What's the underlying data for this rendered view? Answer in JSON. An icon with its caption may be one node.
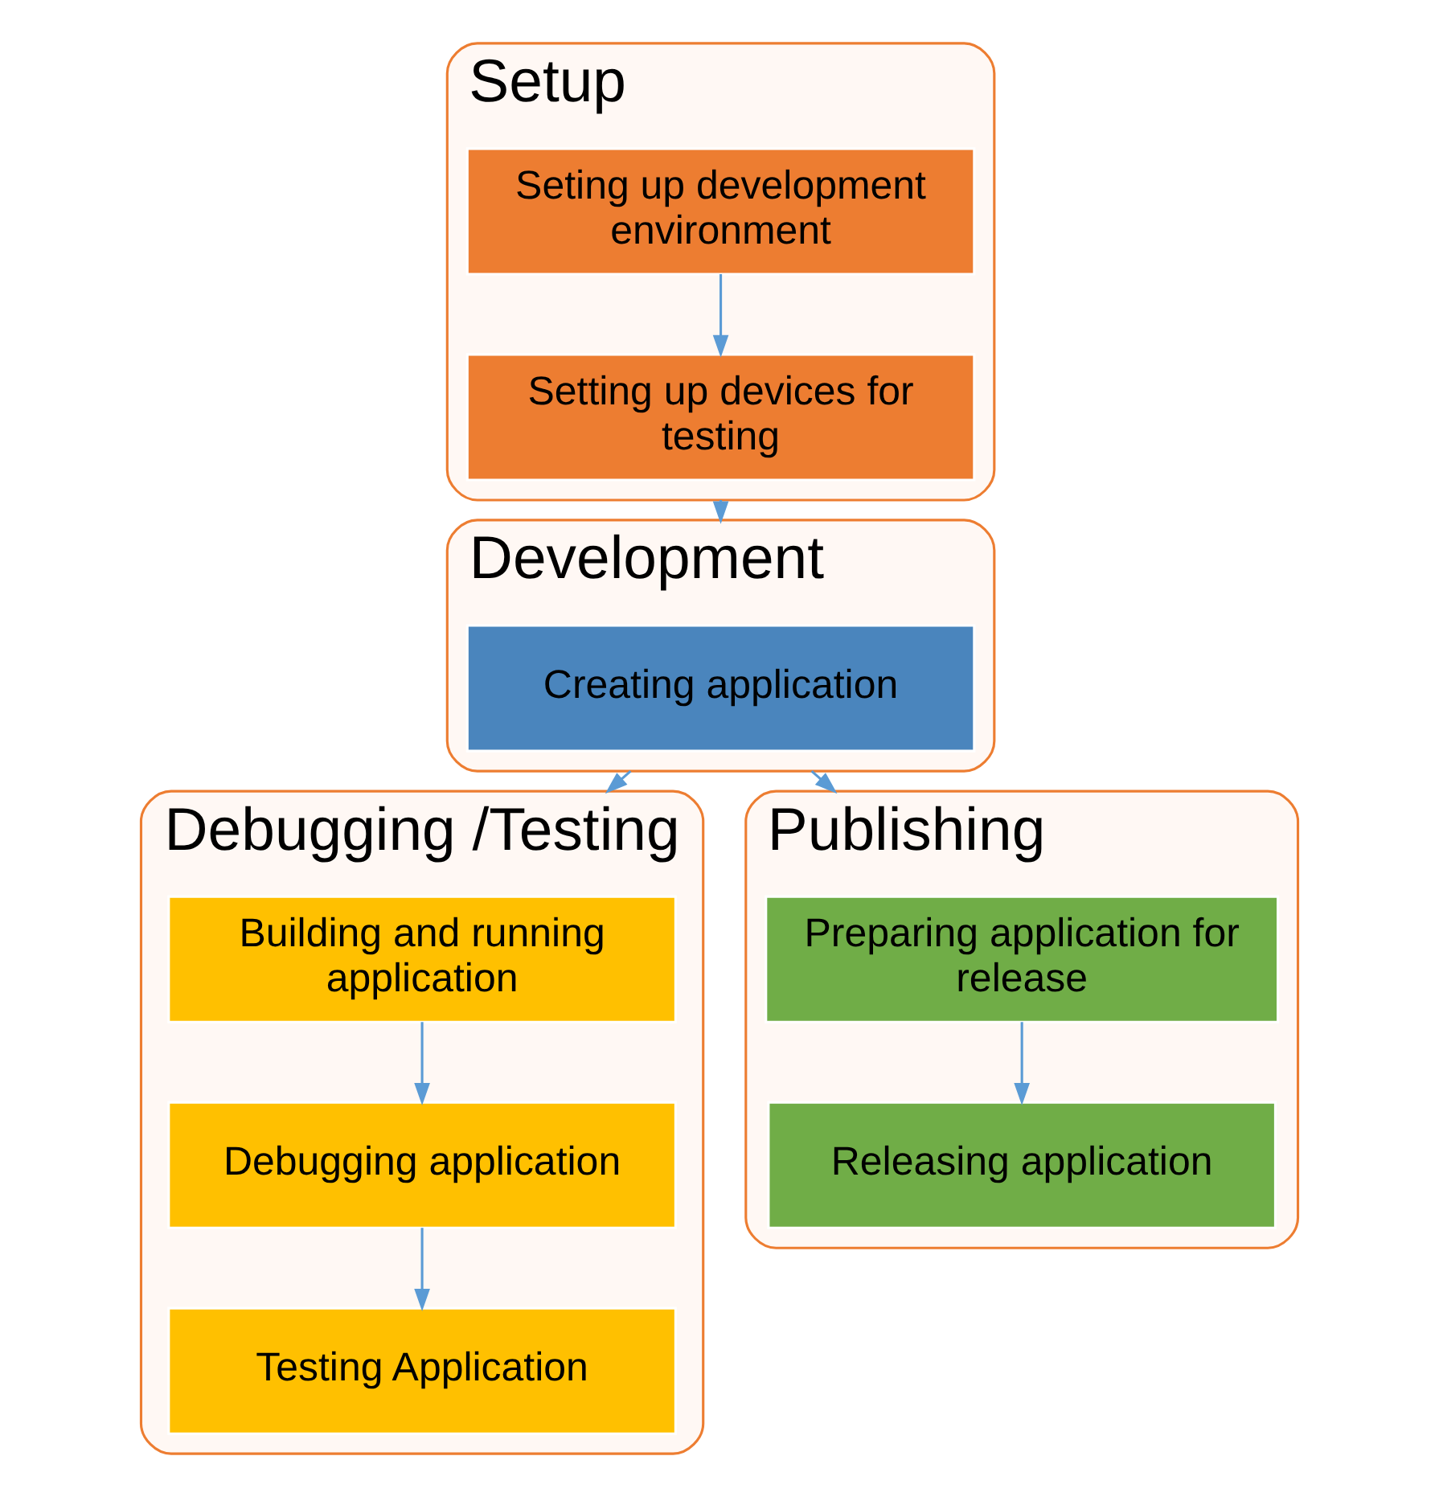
{
  "diagram": {
    "nodes": [
      {
        "text": [
          "Setup"
        ]
      },
      {
        "text": [
          "Seting up development environment"
        ],
        "in": 0
      },
      {
        "text": [
          "Setting up devices for testing"
        ],
        "in": 0
      },
      {
        "text": [
          "Development"
        ]
      },
      {
        "text": [
          "Creating application"
        ],
        "in": 3
      },
      {
        "text": [
          "Debugging /Testing"
        ]
      },
      {
        "text": [
          "Building and running application"
        ],
        "in": 5
      },
      {
        "text": [
          "Debugging application"
        ],
        "in": 5
      },
      {
        "text": [
          "Testing Application"
        ],
        "in": 5
      },
      {
        "text": [
          "Publishing"
        ]
      },
      {
        "text": [
          "Preparing application for release"
        ],
        "in": 9
      },
      {
        "text": [
          "Releasing application"
        ],
        "in": 9
      }
    ],
    "edges": [
      {
        "from": 1,
        "to": 2,
        "arrow": "to"
      },
      {
        "from": 0,
        "to": 3,
        "arrow": "to"
      },
      {
        "from": 6,
        "to": 7,
        "arrow": "to"
      },
      {
        "from": 7,
        "to": 8,
        "arrow": "to"
      },
      {
        "from": 3,
        "to": 5,
        "arrow": "to"
      },
      {
        "from": 3,
        "to": 9,
        "arrow": "to"
      },
      {
        "from": 10,
        "to": 11,
        "arrow": "to"
      }
    ]
  }
}
